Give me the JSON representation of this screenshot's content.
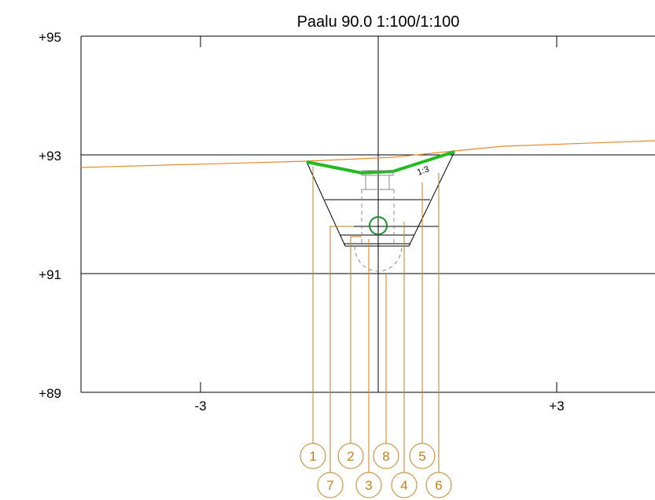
{
  "title": "Paalu 90.0  1:100/1:100",
  "colors": {
    "frame": "#000000",
    "ground": "#e8892a",
    "slope_highlight": "#22bb22",
    "pipe": "#1a8f2a",
    "callout": "#c87f1e",
    "structure": "#222222",
    "dashed": "#777777"
  },
  "elevation_labels": [
    "+95",
    "+93",
    "+91",
    "+89"
  ],
  "station_labels": [
    "-3",
    "+3"
  ],
  "slope_label": "1:3",
  "callouts_top": [
    "1",
    "2",
    "8",
    "5"
  ],
  "callouts_bottom": [
    "7",
    "3",
    "4",
    "6"
  ]
}
